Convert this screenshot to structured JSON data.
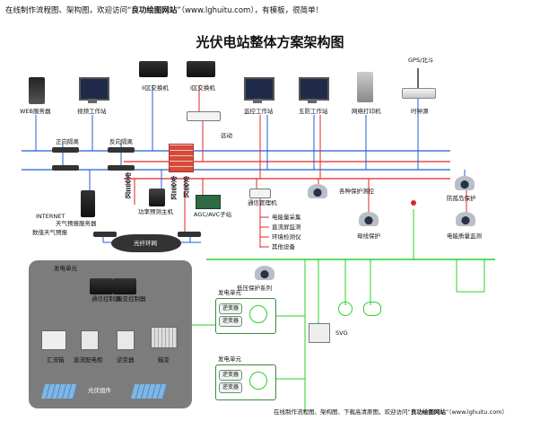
{
  "banner": {
    "prefix": "在线制作流程图、架构图，欢迎访问“",
    "site": "良功绘图网站",
    "suffix": "”（www.lghuitu.com），有模板，很简单！"
  },
  "title": "光伏电站整体方案架构图",
  "top_devices": {
    "web_server": "WEB服务器",
    "video_station": "视频工作站",
    "switch_zone2": "II区交换机",
    "switch_zone1": "I区交换机",
    "monitor_station": "监控工作站",
    "five_defense_station": "五防工作站",
    "network_printer": "网络打印机",
    "clock_source": "时钟源",
    "gps_beidou": "GPS/北斗"
  },
  "middle": {
    "forward_isolation": "正向隔离",
    "reverse_isolation": "反向隔离",
    "telecontrol": "远动",
    "security_zone3": "安全III区",
    "security_zone2": "安全II区",
    "security_zone1": "安全I区",
    "power_prediction_host": "功率预测主机",
    "agc_avc": "AGC/AVC子站",
    "comm_manager": "通信管理机",
    "internet": "INTERNET",
    "weather_server": "天气预报服务器",
    "weather_data": "数值天气预报"
  },
  "comm_items": [
    "电能量采集",
    "直流屏监测",
    "环境检测仪",
    "其他设备"
  ],
  "protection": {
    "various_protection": "各种保护测控",
    "anti_islanding": "防孤岛保护",
    "busbar_protection": "母线保护",
    "power_quality": "电能质量监测",
    "low_voltage_protection": "低压保护系列"
  },
  "ring": {
    "label": "光纤环网"
  },
  "gen_unit": {
    "title": "发电单元",
    "comm_controller": "通信控制器",
    "box_transformer_controller": "箱变控制器",
    "combiner_box": "汇流箱",
    "dc_cabinet": "直流配电柜",
    "inverter": "逆变器",
    "box_transformer": "箱变",
    "pv_modules": "光伏组件"
  },
  "gen_units_right": [
    {
      "title": "发电单元",
      "items": [
        "逆变器",
        "逆变器"
      ]
    },
    {
      "title": "发电单元",
      "items": [
        "逆变器",
        "逆变器"
      ]
    }
  ],
  "svg_device": "SVG",
  "footer": {
    "prefix": "在线制作流程图、架构图、下载高清原图，欢迎访问“",
    "site": "良功绘图网站",
    "suffix": "”（www.lghuitu.com）"
  },
  "colors": {
    "blue_bus": "#1f5fd4",
    "red_bus": "#e0262a",
    "green_bus": "#2bd12b",
    "panel_gray": "#7c7c7c",
    "firewall": "#d84a3a"
  }
}
